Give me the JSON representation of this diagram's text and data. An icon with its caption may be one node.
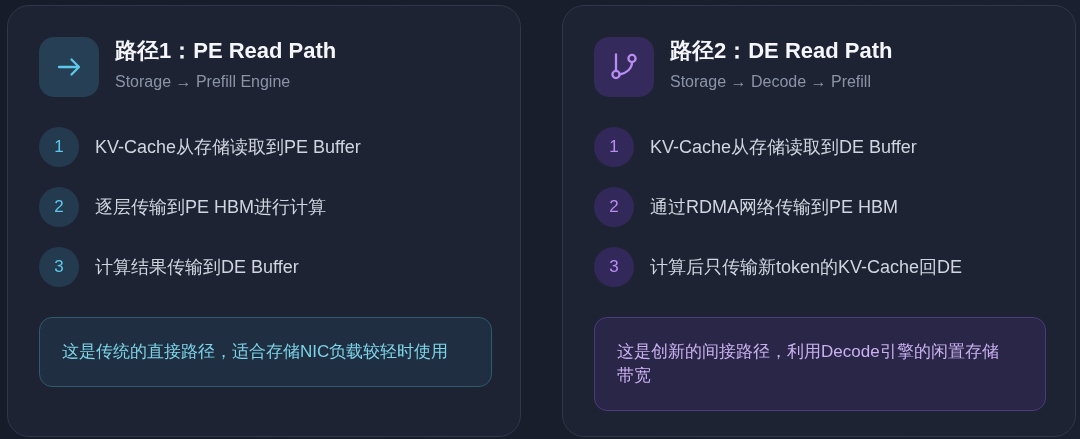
{
  "diagram": {
    "nodes": [
      {
        "text": [
          "路径1：PE Read Path",
          "Storage → Prefill Engine"
        ]
      },
      {
        "text": [
          "1"
        ],
        "beside": [
          "KV-Cache从存储读取到PE Buffer"
        ],
        "in": 0
      },
      {
        "text": [
          "2"
        ],
        "beside": [
          "逐层传输到PE HBM进行计算"
        ],
        "in": 0
      },
      {
        "text": [
          "3"
        ],
        "beside": [
          "计算结果传输到DE Buffer"
        ],
        "in": 0
      },
      {
        "text": [
          "这是传统的直接路径，适合存储NIC负载较轻时使用"
        ],
        "in": 0
      },
      {
        "text": [
          "路径2：DE Read Path",
          "Storage → Decode → Prefill"
        ]
      },
      {
        "text": [
          "1"
        ],
        "beside": [
          "KV-Cache从存储读取到DE Buffer"
        ],
        "in": 5
      },
      {
        "text": [
          "2"
        ],
        "beside": [
          "通过RDMA网络传输到PE HBM"
        ],
        "in": 5
      },
      {
        "text": [
          "3"
        ],
        "beside": [
          "计算后只传输新token的KV-Cache回DE"
        ],
        "in": 5
      },
      {
        "text": [
          "这是创新的间接路径，利用Decode引擎的闲置存储带宽"
        ],
        "in": 5
      }
    ]
  }
}
